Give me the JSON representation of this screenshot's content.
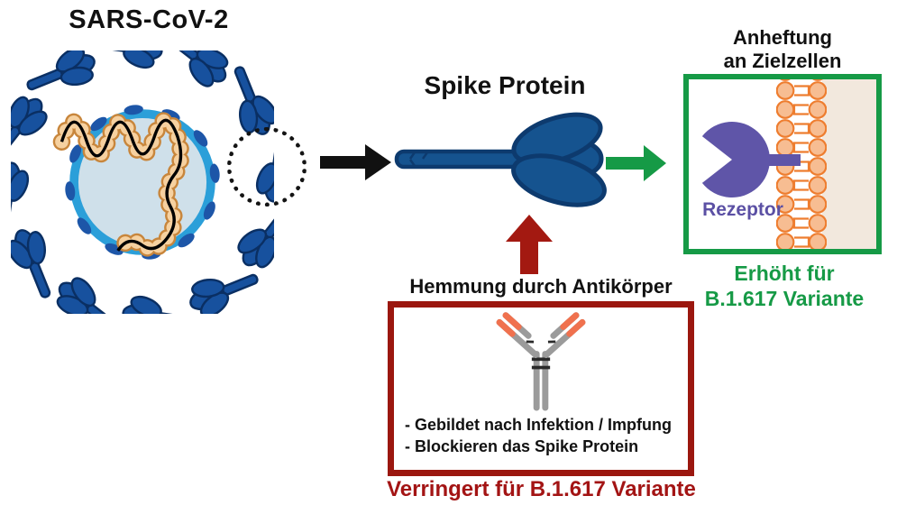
{
  "virus": {
    "title": "SARS-CoV-2"
  },
  "spike": {
    "title": "Spike Protein"
  },
  "attachment": {
    "title_line1": "Anheftung",
    "title_line2": "an Zielzellen",
    "receptor_label": "Rezeptor",
    "result_line1": "Erhöht für",
    "result_line2": "B.1.617 Variante"
  },
  "inhibition": {
    "title": "Hemmung durch Antikörper",
    "bullet1": "- Gebildet nach Infektion / Impfung",
    "bullet2": "- Blockieren das Spike Protein",
    "result": "Verringert für B.1.617 Variante"
  },
  "colors": {
    "green_accent": "#169a46",
    "dark_red_accent": "#9b170f",
    "red_text": "#a31414",
    "virus_ring_blue": "#2b9fd9",
    "spike_navy": "#17519e",
    "receptor_purple": "#5f55a8",
    "lipid_orange": "#ee7d2f",
    "antibody_gray": "#9b9b9b",
    "antibody_tip_salmon": "#f0714e"
  }
}
